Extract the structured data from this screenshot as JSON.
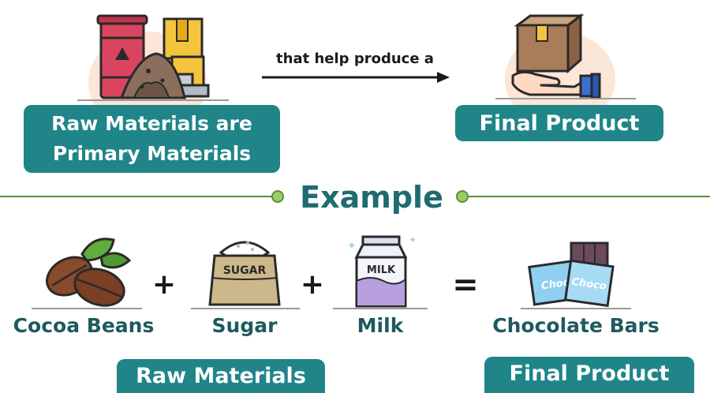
{
  "top": {
    "arrow_label": "that help produce a",
    "raw_label_line1": "Raw Materials are",
    "raw_label_line2": "Primary Materials",
    "final_label": "Final Product"
  },
  "divider": {
    "title": "Example"
  },
  "example": {
    "items": [
      {
        "label": "Cocoa Beans"
      },
      {
        "label": "Sugar",
        "sack_text": "SUGAR"
      },
      {
        "label": "Milk",
        "carton_text": "MILK"
      },
      {
        "label": "Chocolate Bars",
        "wrapper_text": "Choco"
      }
    ],
    "operators": [
      "+",
      "+",
      "="
    ],
    "raw_materials_label": "Raw Materials",
    "final_product_label": "Final Product"
  },
  "colors": {
    "teal": "#1f8589",
    "caption": "#1e5a5f",
    "divider_line": "#5a8f3a"
  }
}
